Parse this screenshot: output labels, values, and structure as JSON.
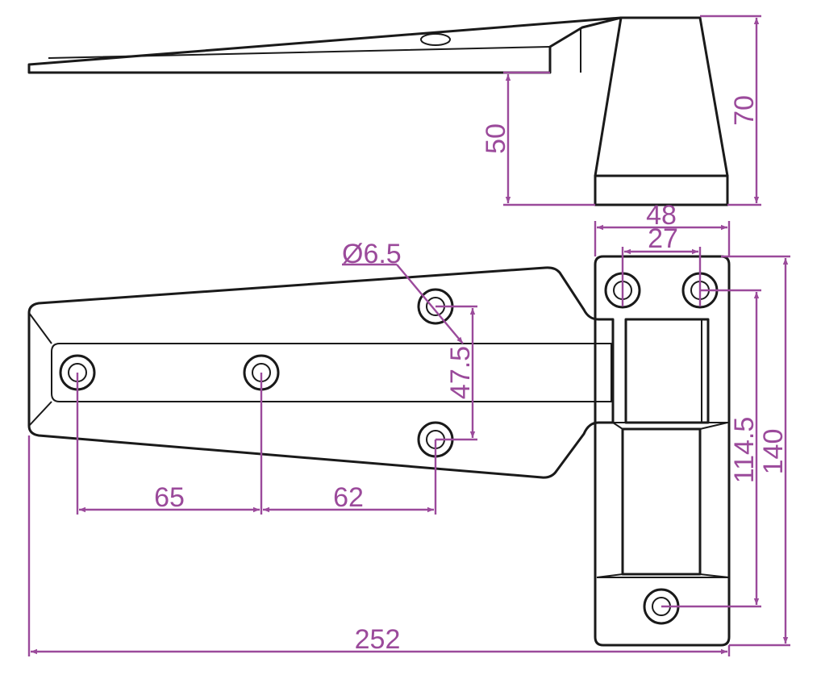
{
  "drawing": {
    "line_color": "#1a1a1a",
    "dimension_color": "#9b4a9b",
    "dimensions": {
      "top_height_70": "70",
      "top_height_50": "50",
      "width_48": "48",
      "width_27": "27",
      "hole_dia": "Ø6.5",
      "hole_spacing_47_5": "47.5",
      "spacing_65": "65",
      "spacing_62": "62",
      "height_114_5": "114.5",
      "height_140": "140",
      "length_252": "252"
    }
  }
}
